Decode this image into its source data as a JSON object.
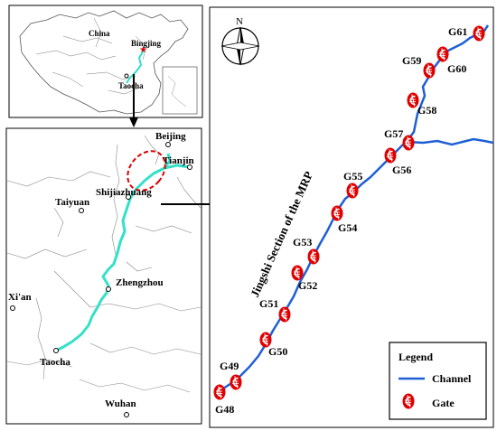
{
  "china_inset": {
    "country_label": "China",
    "cities": [
      {
        "name": "Bingjing"
      },
      {
        "name": "Taocha"
      }
    ]
  },
  "regional_map": {
    "cities": [
      {
        "name": "Beijing"
      },
      {
        "name": "Tianjin"
      },
      {
        "name": "Shijiazhuang"
      },
      {
        "name": "Taiyuan"
      },
      {
        "name": "Zhengzhou"
      },
      {
        "name": "Xi'an"
      },
      {
        "name": "Taocha"
      },
      {
        "name": "Wuhan"
      }
    ]
  },
  "detail_map": {
    "north_label": "N",
    "section_label": "Jingshi Section of the MRP",
    "gates": [
      "G48",
      "G49",
      "G50",
      "G51",
      "G52",
      "G53",
      "G54",
      "G55",
      "G56",
      "G57",
      "G58",
      "G59",
      "G60",
      "G61"
    ]
  },
  "legend": {
    "title": "Legend",
    "items": [
      {
        "label": "Channel",
        "color": "#1f5fd6",
        "icon": "channel-line"
      },
      {
        "label": "Gate",
        "color": "#e00000",
        "icon": "gate-icon"
      }
    ]
  },
  "colors": {
    "route": "#33e0c8",
    "channel": "#1f5fd6",
    "gate": "#e00000",
    "highlight_ellipse": "#e00000"
  }
}
